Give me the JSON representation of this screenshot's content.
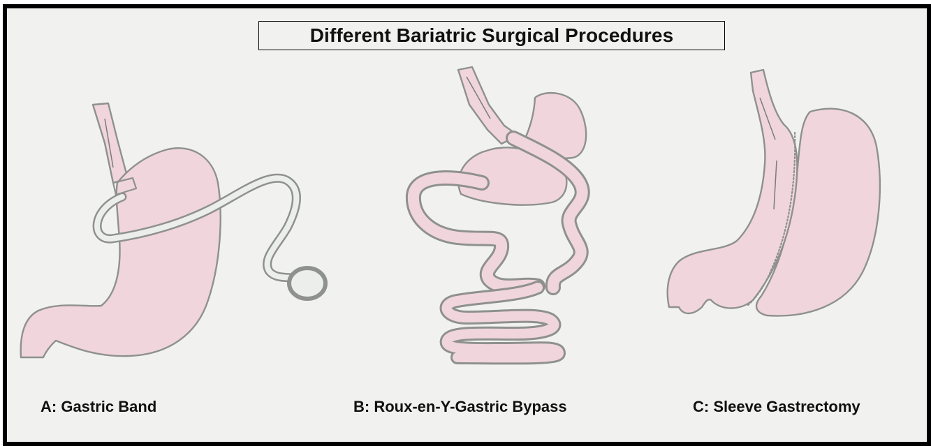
{
  "title": "Different Bariatric Surgical Procedures",
  "captions": {
    "a": "A: Gastric Band",
    "b": "B: Roux-en-Y-Gastric Bypass",
    "c": "C: Sleeve Gastrectomy"
  },
  "colors": {
    "frame": "#000000",
    "paper": "#f1f2f0",
    "tissue_fill": "#f0d5dc",
    "pencil_outline": "#8e918d"
  }
}
